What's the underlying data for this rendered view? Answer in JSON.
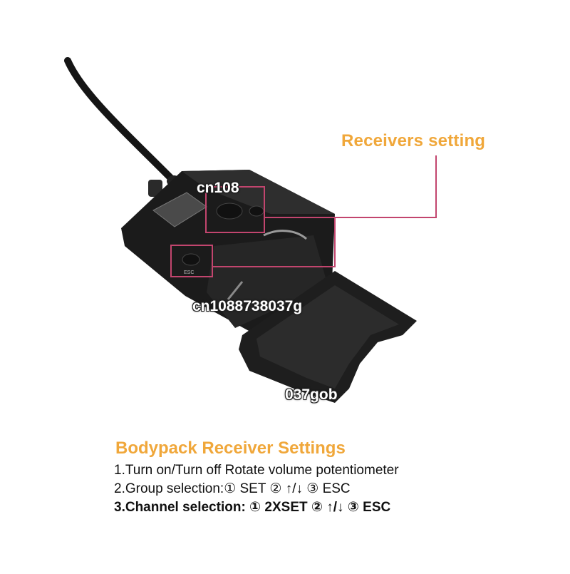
{
  "callout": {
    "title": "Receivers setting"
  },
  "device": {
    "label_esc": "ESC"
  },
  "instructions": {
    "title": "Bodypack Receiver Settings",
    "steps": [
      "1.Turn on/Turn off Rotate volume potentiometer",
      "2.Group selection:① SET  ②  ↑/↓ ③ ESC",
      "3.Channel selection: ① 2XSET ②  ↑/↓  ③ ESC"
    ]
  },
  "watermarks": [
    "cn108",
    "cn1088738037g",
    "037gob"
  ],
  "colors": {
    "accent": "#f0a73a",
    "callout_line": "#c2456e",
    "device_body": "#1b1b1b"
  }
}
